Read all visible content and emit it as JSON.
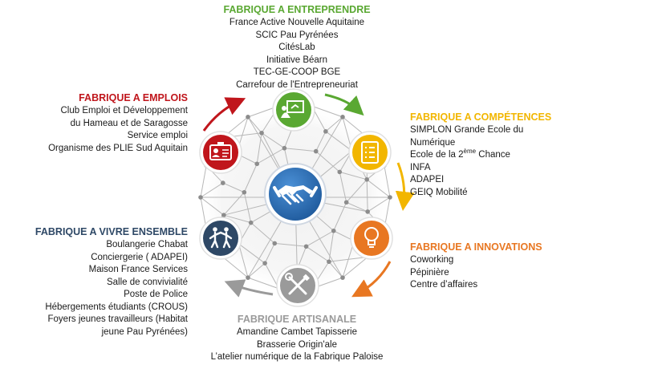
{
  "colors": {
    "entreprendre": "#5aa832",
    "emplois": "#c0161c",
    "competences": "#f2b600",
    "innovations": "#e87722",
    "artisanale": "#9a9a9a",
    "vivre": "#2e4866",
    "center": "#2f6fb3"
  },
  "icons": {
    "entreprendre": "presentation-board-icon",
    "emplois": "id-card-icon",
    "competences": "checklist-icon",
    "innovations": "lightbulb-icon",
    "artisanale": "tools-icon",
    "vivre": "people-together-icon",
    "center": "handshake-icon"
  },
  "entreprendre": {
    "title": "FABRIQUE A ENTREPRENDRE",
    "items": [
      "France Active Nouvelle Aquitaine",
      "SCIC Pau Pyrénées",
      "CitésLab",
      "Initiative Béarn",
      "TEC-GE-COOP BGE",
      "Carrefour de l'Entrepreneuriat"
    ]
  },
  "emplois": {
    "title": "FABRIQUE A EMPLOIS",
    "items": [
      "Club Emploi et Développement",
      "du Hameau et de Saragosse",
      "Service emploi",
      "Organisme des PLIE Sud Aquitain"
    ]
  },
  "competences": {
    "title": "FABRIQUE A COMPÉTENCES",
    "items": [
      "SIMPLON Grande Ecole du",
      "Numérique"
    ],
    "ecole_prefix": "Ecole de la 2",
    "ecole_sup": "ème",
    "ecole_suffix": " Chance",
    "items2": [
      "INFA",
      "ADAPEI",
      "GEIQ Mobilité"
    ]
  },
  "innovations": {
    "title": "FABRIQUE A INNOVATIONS",
    "items": [
      "Coworking",
      "Pépinière",
      "Centre d’affaires"
    ]
  },
  "artisanale": {
    "title": "FABRIQUE ARTISANALE",
    "items": [
      "Amandine Cambet Tapisserie",
      "Brasserie Origin'ale",
      "L’atelier numérique de la Fabrique Paloise"
    ]
  },
  "vivre": {
    "title": "FABRIQUE A VIVRE ENSEMBLE",
    "items": [
      "Boulangerie Chabat",
      "Conciergerie ( ADAPEI)",
      "Maison France Services",
      "Salle de convivialité",
      "Poste de Police",
      "Hébergements étudiants (CROUS)",
      "Foyers jeunes travailleurs (Habitat",
      "jeune Pau Pyrénées)"
    ]
  }
}
